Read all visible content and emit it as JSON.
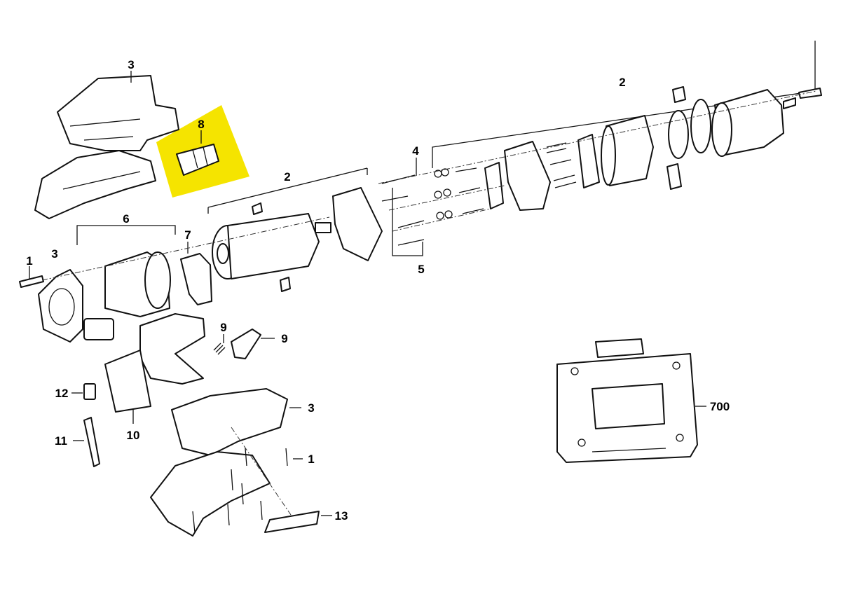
{
  "highlight_color": "#f5e400",
  "labels": {
    "housing_top": "3",
    "switch_highlighted": "8",
    "gearbox_group": "2",
    "chuck_group": "2",
    "screws_long": "4",
    "screws_short": "5",
    "motor": "6",
    "motor_clip": "7",
    "screw_left": "1",
    "endcap": "3",
    "spring": "9",
    "slider": "9",
    "led": "12",
    "trigger": "10",
    "bit": "11",
    "housing_bottom": "3",
    "screws_bottom": "1",
    "nameplate": "13",
    "case": "700"
  }
}
